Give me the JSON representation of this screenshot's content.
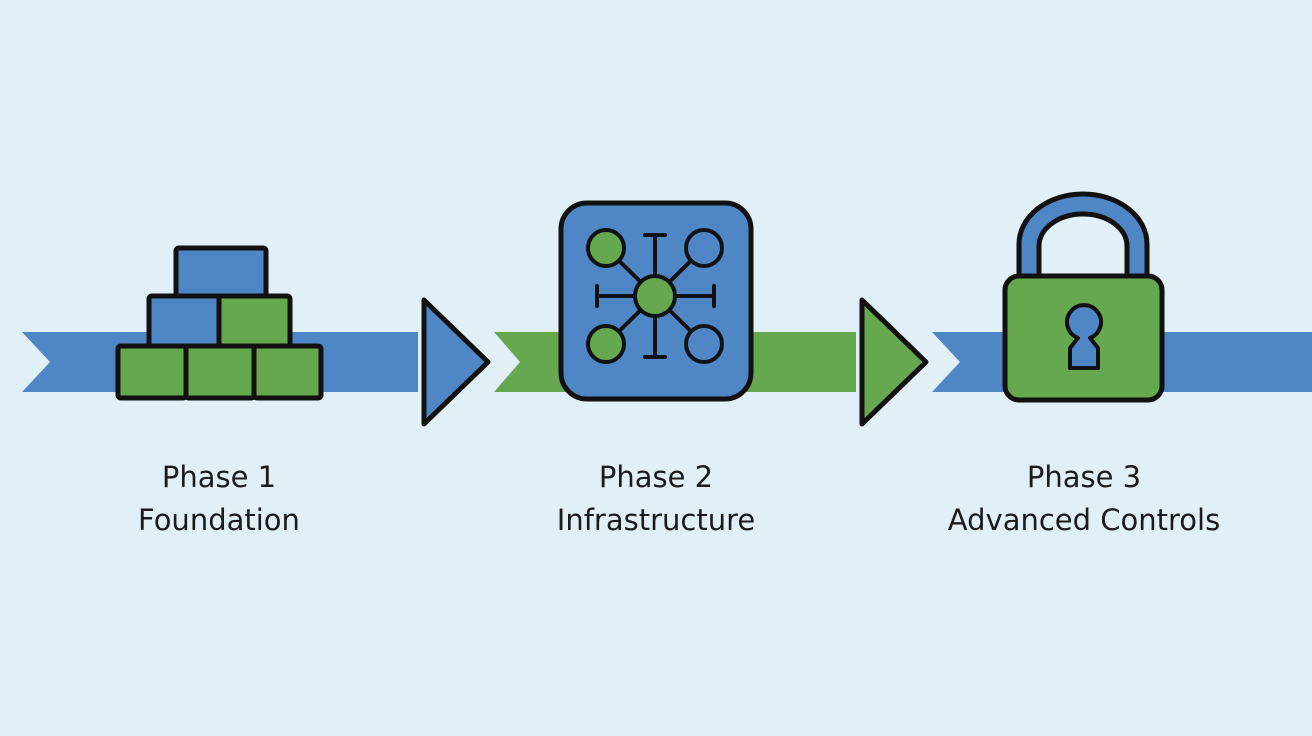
{
  "colors": {
    "background": "#e0f0f6",
    "blue": "#4f86c6",
    "green": "#66a84f",
    "outline": "#111111"
  },
  "phases": [
    {
      "title": "Phase 1",
      "subtitle": "Foundation",
      "icon": "stacked-blocks-icon",
      "band_color": "blue"
    },
    {
      "title": "Phase 2",
      "subtitle": "Infrastructure",
      "icon": "network-hub-icon",
      "band_color": "green"
    },
    {
      "title": "Phase 3",
      "subtitle": "Advanced Controls",
      "icon": "padlock-icon",
      "band_color": "blue"
    }
  ]
}
